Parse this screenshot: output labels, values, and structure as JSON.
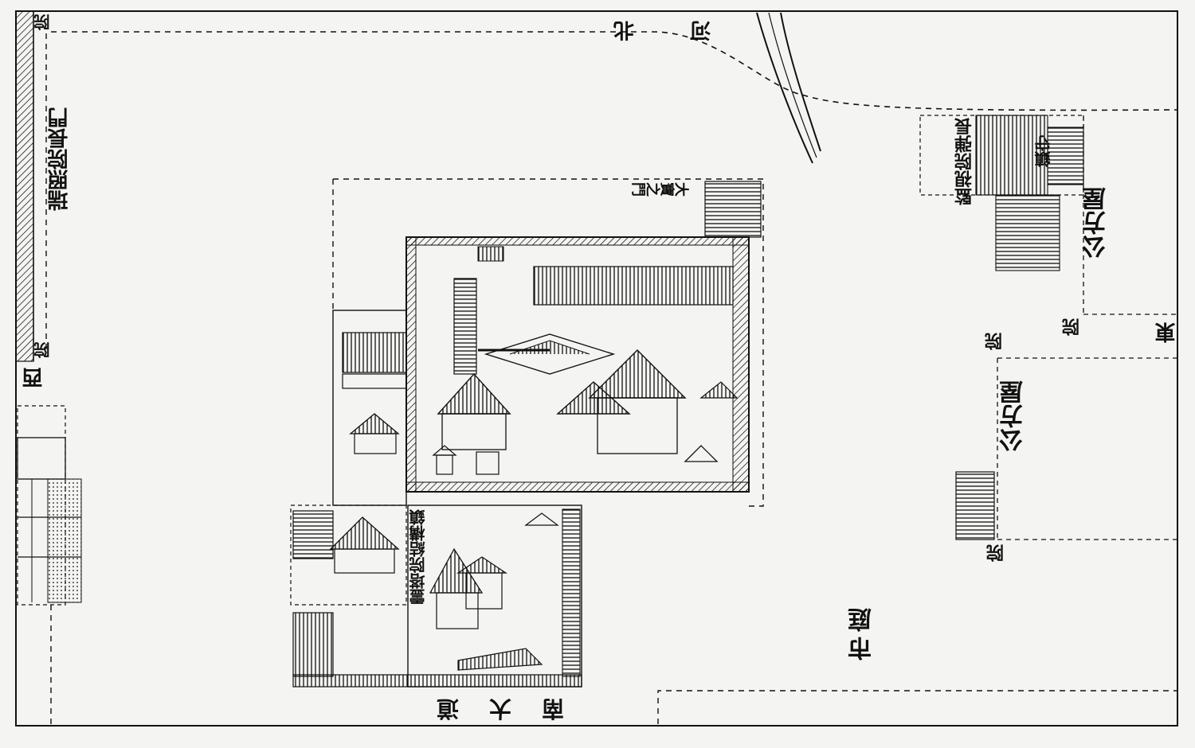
{
  "map": {
    "labels": {
      "north_river": "河北",
      "east_alley": "東",
      "west_alley": "西",
      "south_road": "南大道",
      "market_yard": "市庭",
      "northwest_office": "瑞照院長門",
      "northeast_office": "監視院弾長",
      "temple_grounds": "大寶之門",
      "public_hall_north": "公方屋",
      "public_hall_south": "公方屋",
      "gate_ne": "院",
      "gate_e": "院",
      "gate_se": "院",
      "gate_w": "院",
      "gate_nw": "院",
      "southeast_shrine": "鎮守",
      "inner_compound": "霊塔院結構鎮"
    },
    "colors": {
      "ink": "#111111",
      "paper": "#f4f4f2"
    },
    "icons": [
      "pagoda-icon",
      "temple-hall-icon",
      "bridge-icon",
      "stone-lantern-icon"
    ]
  }
}
